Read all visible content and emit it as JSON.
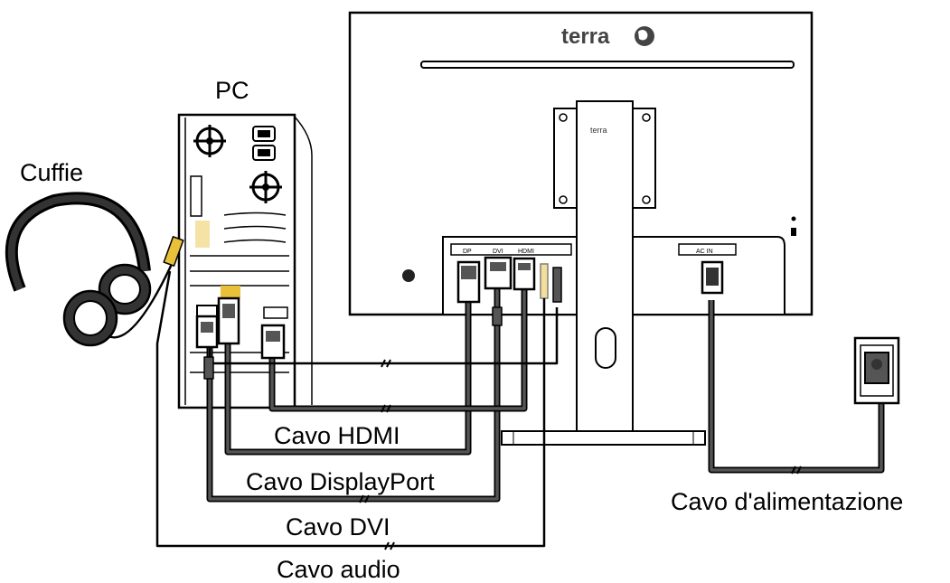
{
  "monitor": {
    "brand": "terra",
    "stand_brand": "terra",
    "port_labels": [
      "DP",
      "DVI",
      "HDMI",
      "",
      ""
    ],
    "power_port_label": "AC IN"
  },
  "labels": {
    "pc": "PC",
    "headphones": "Cuffie",
    "hdmi_cable": "Cavo HDMI",
    "displayport_cable": "Cavo DisplayPort",
    "dvi_cable": "Cavo DVI",
    "audio_cable": "Cavo audio",
    "power_cable": "Cavo d'alimentazione"
  },
  "colors": {
    "line": "#000000",
    "cable": "#555555",
    "accent": "#e8c03a",
    "fill": "#ffffff"
  }
}
